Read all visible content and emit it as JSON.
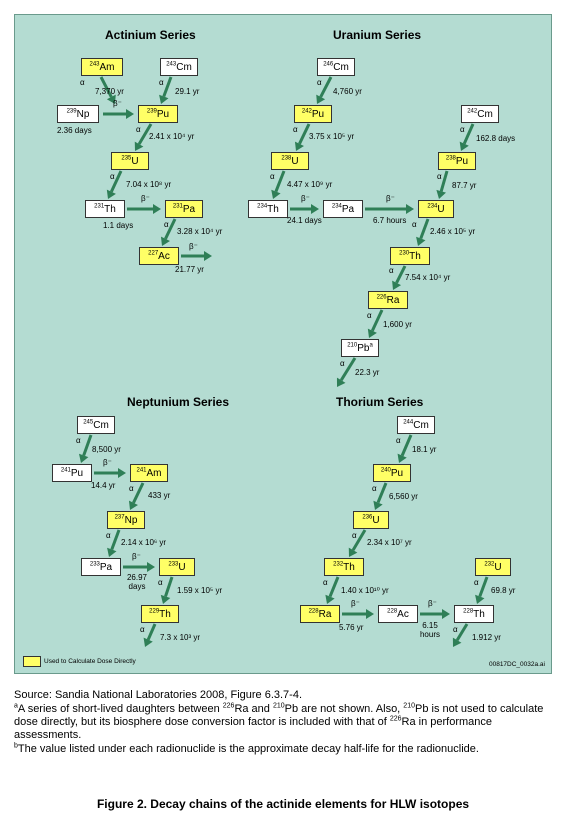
{
  "colors": {
    "panel": "#b4dcd2",
    "highlight": "#ffff66",
    "arrow": "#2f7f57"
  },
  "series": [
    {
      "title": "Actinium Series",
      "nuclides": [
        {
          "id": "am243",
          "mass": "243",
          "el": "Am",
          "hl": true
        },
        {
          "id": "cm243",
          "mass": "243",
          "el": "Cm",
          "hl": false
        },
        {
          "id": "np239",
          "mass": "239",
          "el": "Np",
          "hl": false
        },
        {
          "id": "pu239",
          "mass": "239",
          "el": "Pu",
          "hl": true
        },
        {
          "id": "u235",
          "mass": "235",
          "el": "U",
          "hl": true
        },
        {
          "id": "th231",
          "mass": "231",
          "el": "Th",
          "hl": false
        },
        {
          "id": "pa231",
          "mass": "231",
          "el": "Pa",
          "hl": true
        },
        {
          "id": "ac227",
          "mass": "227",
          "el": "Ac",
          "hl": true
        }
      ],
      "labels": [
        {
          "id": "a1",
          "t": "α"
        },
        {
          "id": "hl1",
          "t": "7,370 yr"
        },
        {
          "id": "a2",
          "t": "α"
        },
        {
          "id": "hl2",
          "t": "29.1 yr"
        },
        {
          "id": "hl3",
          "t": "2.36 days"
        },
        {
          "id": "b1",
          "t": "β⁻"
        },
        {
          "id": "a3",
          "t": "α"
        },
        {
          "id": "hl4",
          "t": "2.41 x 10⁴ yr"
        },
        {
          "id": "a4",
          "t": "α"
        },
        {
          "id": "hl5",
          "t": "7.04 x 10⁸ yr"
        },
        {
          "id": "b2",
          "t": "β⁻"
        },
        {
          "id": "hl6",
          "t": "1.1 days"
        },
        {
          "id": "a5",
          "t": "α"
        },
        {
          "id": "hl7",
          "t": "3.28 x 10⁴ yr"
        },
        {
          "id": "b3",
          "t": "β⁻"
        },
        {
          "id": "hl8",
          "t": "21.77 yr"
        }
      ]
    },
    {
      "title": "Uranium Series",
      "nuclides": [
        {
          "id": "cm246",
          "mass": "246",
          "el": "Cm",
          "hl": false
        },
        {
          "id": "pu242",
          "mass": "242",
          "el": "Pu",
          "hl": true
        },
        {
          "id": "cm242",
          "mass": "242",
          "el": "Cm",
          "hl": false
        },
        {
          "id": "u238",
          "mass": "238",
          "el": "U",
          "hl": true
        },
        {
          "id": "pu238",
          "mass": "238",
          "el": "Pu",
          "hl": true
        },
        {
          "id": "th234",
          "mass": "234",
          "el": "Th",
          "hl": false
        },
        {
          "id": "pa234",
          "mass": "234",
          "el": "Pa",
          "hl": false
        },
        {
          "id": "u234",
          "mass": "234",
          "el": "U",
          "hl": true
        },
        {
          "id": "th230",
          "mass": "230",
          "el": "Th",
          "hl": true
        },
        {
          "id": "ra226",
          "mass": "226",
          "el": "Ra",
          "hl": true
        },
        {
          "id": "pb210",
          "mass": "210",
          "el": "Pb",
          "hl": false,
          "note": "a"
        }
      ],
      "labels": [
        {
          "id": "a1",
          "t": "α"
        },
        {
          "id": "hl1",
          "t": "4,760 yr"
        },
        {
          "id": "a2",
          "t": "α"
        },
        {
          "id": "hl2",
          "t": "3.75 x 10⁵ yr"
        },
        {
          "id": "a3",
          "t": "α"
        },
        {
          "id": "hl3",
          "t": "162.8 days"
        },
        {
          "id": "a4",
          "t": "α"
        },
        {
          "id": "hl4",
          "t": "4.47 x 10⁹ yr"
        },
        {
          "id": "a5",
          "t": "α"
        },
        {
          "id": "hl5",
          "t": "87.7 yr"
        },
        {
          "id": "b1",
          "t": "β⁻"
        },
        {
          "id": "hl6",
          "t": "24.1 days"
        },
        {
          "id": "b2",
          "t": "β⁻"
        },
        {
          "id": "hl7",
          "t": "6.7 hours"
        },
        {
          "id": "a6",
          "t": "α"
        },
        {
          "id": "hl8",
          "t": "2.46 x 10⁵ yr"
        },
        {
          "id": "a7",
          "t": "α"
        },
        {
          "id": "hl9",
          "t": "7.54 x 10⁴ yr"
        },
        {
          "id": "a8",
          "t": "α"
        },
        {
          "id": "hl10",
          "t": "1,600 yr"
        },
        {
          "id": "a9",
          "t": "α"
        },
        {
          "id": "hl11",
          "t": "22.3 yr"
        }
      ]
    },
    {
      "title": "Neptunium Series",
      "nuclides": [
        {
          "id": "cm245",
          "mass": "245",
          "el": "Cm",
          "hl": false
        },
        {
          "id": "pu241",
          "mass": "241",
          "el": "Pu",
          "hl": false
        },
        {
          "id": "am241",
          "mass": "241",
          "el": "Am",
          "hl": true
        },
        {
          "id": "np237",
          "mass": "237",
          "el": "Np",
          "hl": true
        },
        {
          "id": "pa233",
          "mass": "233",
          "el": "Pa",
          "hl": false
        },
        {
          "id": "u233",
          "mass": "233",
          "el": "U",
          "hl": true
        },
        {
          "id": "th229",
          "mass": "229",
          "el": "Th",
          "hl": true
        }
      ],
      "labels": [
        {
          "id": "a1",
          "t": "α"
        },
        {
          "id": "hl1",
          "t": "8,500 yr"
        },
        {
          "id": "b1",
          "t": "β⁻"
        },
        {
          "id": "hl2",
          "t": "14.4 yr"
        },
        {
          "id": "a2",
          "t": "α"
        },
        {
          "id": "hl3",
          "t": "433 yr"
        },
        {
          "id": "a3",
          "t": "α"
        },
        {
          "id": "hl4",
          "t": "2.14 x 10⁶ yr"
        },
        {
          "id": "b2",
          "t": "β⁻"
        },
        {
          "id": "hl5",
          "t": "26.97 days"
        },
        {
          "id": "a4",
          "t": "α"
        },
        {
          "id": "hl6",
          "t": "1.59 x 10⁵ yr"
        },
        {
          "id": "a5",
          "t": "α"
        },
        {
          "id": "hl7",
          "t": "7.3 x 10³ yr"
        }
      ]
    },
    {
      "title": "Thorium Series",
      "nuclides": [
        {
          "id": "cm244",
          "mass": "244",
          "el": "Cm",
          "hl": false
        },
        {
          "id": "pu240",
          "mass": "240",
          "el": "Pu",
          "hl": true
        },
        {
          "id": "u236",
          "mass": "236",
          "el": "U",
          "hl": true
        },
        {
          "id": "th232",
          "mass": "232",
          "el": "Th",
          "hl": true
        },
        {
          "id": "u232",
          "mass": "232",
          "el": "U",
          "hl": true
        },
        {
          "id": "ra228",
          "mass": "228",
          "el": "Ra",
          "hl": true
        },
        {
          "id": "ac228",
          "mass": "228",
          "el": "Ac",
          "hl": false
        },
        {
          "id": "th228",
          "mass": "228",
          "el": "Th",
          "hl": false
        }
      ],
      "labels": [
        {
          "id": "a1",
          "t": "α"
        },
        {
          "id": "hl1",
          "t": "18.1 yr"
        },
        {
          "id": "a2",
          "t": "α"
        },
        {
          "id": "hl2",
          "t": "6,560 yr"
        },
        {
          "id": "a3",
          "t": "α"
        },
        {
          "id": "hl3",
          "t": "2.34 x 10⁷ yr"
        },
        {
          "id": "a4",
          "t": "α"
        },
        {
          "id": "hl4",
          "t": "1.40 x 10¹⁰ yr"
        },
        {
          "id": "a5",
          "t": "α"
        },
        {
          "id": "hl5",
          "t": "69.8 yr"
        },
        {
          "id": "b1",
          "t": "β⁻"
        },
        {
          "id": "hl6",
          "t": "5.76 yr"
        },
        {
          "id": "b2",
          "t": "β⁻"
        },
        {
          "id": "hl7",
          "t": "6.15 hours"
        },
        {
          "id": "a6",
          "t": "α"
        },
        {
          "id": "hl8",
          "t": "1.912 yr"
        }
      ]
    }
  ],
  "legend": "Used to Calculate Dose Directly",
  "figure_code": "00817DC_0032a.ai",
  "notes": {
    "source": "Source: Sandia National Laboratories 2008, Figure 6.3.7-4.",
    "a_mark": "a",
    "a_text1": "A series of short-lived daughters between ",
    "ra_mass": "226",
    "ra_el": "Ra",
    "and": " and ",
    "pb_mass": "210",
    "pb_el": "Pb",
    "a_text2": " are not shown. Also, ",
    "a_text3": " is not used to calculate dose directly, but its biosphere dose conversion factor is included with that of ",
    "a_text4": " in performance assessments.",
    "b_mark": "b",
    "b_text": "The value listed under each radionuclide is the approximate decay half-life for the radionuclide."
  },
  "caption": "Figure 2. Decay chains of the actinide elements for HLW isotopes"
}
